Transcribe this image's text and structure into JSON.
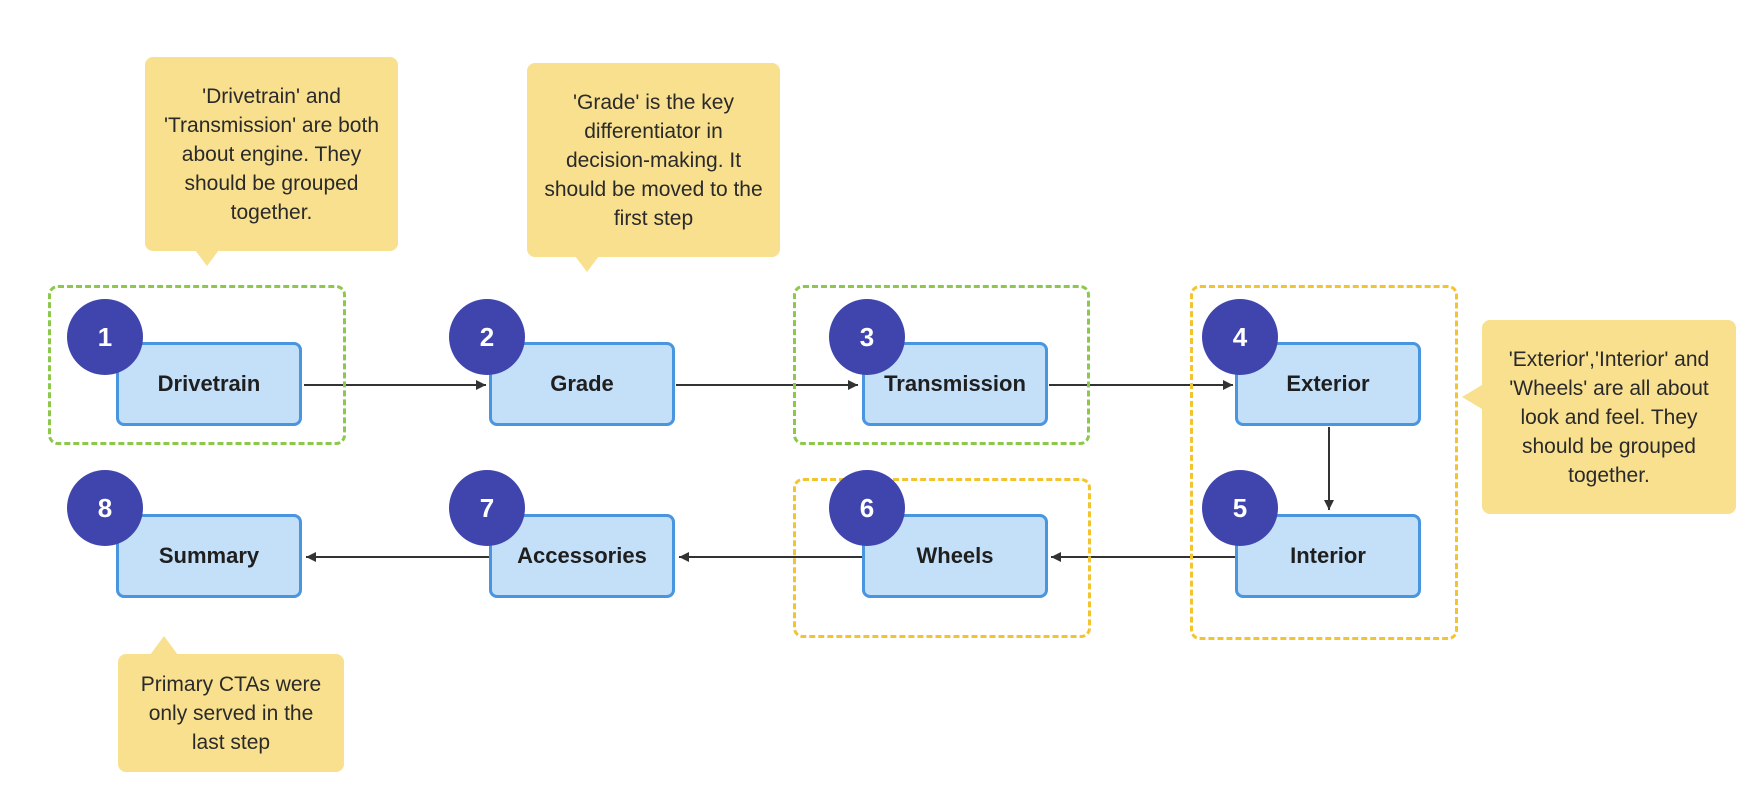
{
  "steps": [
    {
      "number": "1",
      "label": "Drivetrain"
    },
    {
      "number": "2",
      "label": "Grade"
    },
    {
      "number": "3",
      "label": "Transmission"
    },
    {
      "number": "4",
      "label": "Exterior"
    },
    {
      "number": "5",
      "label": "Interior"
    },
    {
      "number": "6",
      "label": "Wheels"
    },
    {
      "number": "7",
      "label": "Accessories"
    },
    {
      "number": "8",
      "label": "Summary"
    }
  ],
  "notes": {
    "engine": "'Drivetrain' and 'Transmission' are both about engine. They should be grouped together.",
    "grade": "'Grade' is the key differentiator in decision-making. It should be moved to the first step",
    "look": "'Exterior','Interior' and 'Wheels' are all about look and feel. They should be grouped together.",
    "cta": "Primary CTAs were only served in the last step"
  },
  "colors": {
    "engine_group": "#8cc84b",
    "look_group": "#f2c530",
    "step_fill": "#c4dff8",
    "step_border": "#4a95e0",
    "badge": "#3f45ad",
    "note": "#f8e08e"
  }
}
